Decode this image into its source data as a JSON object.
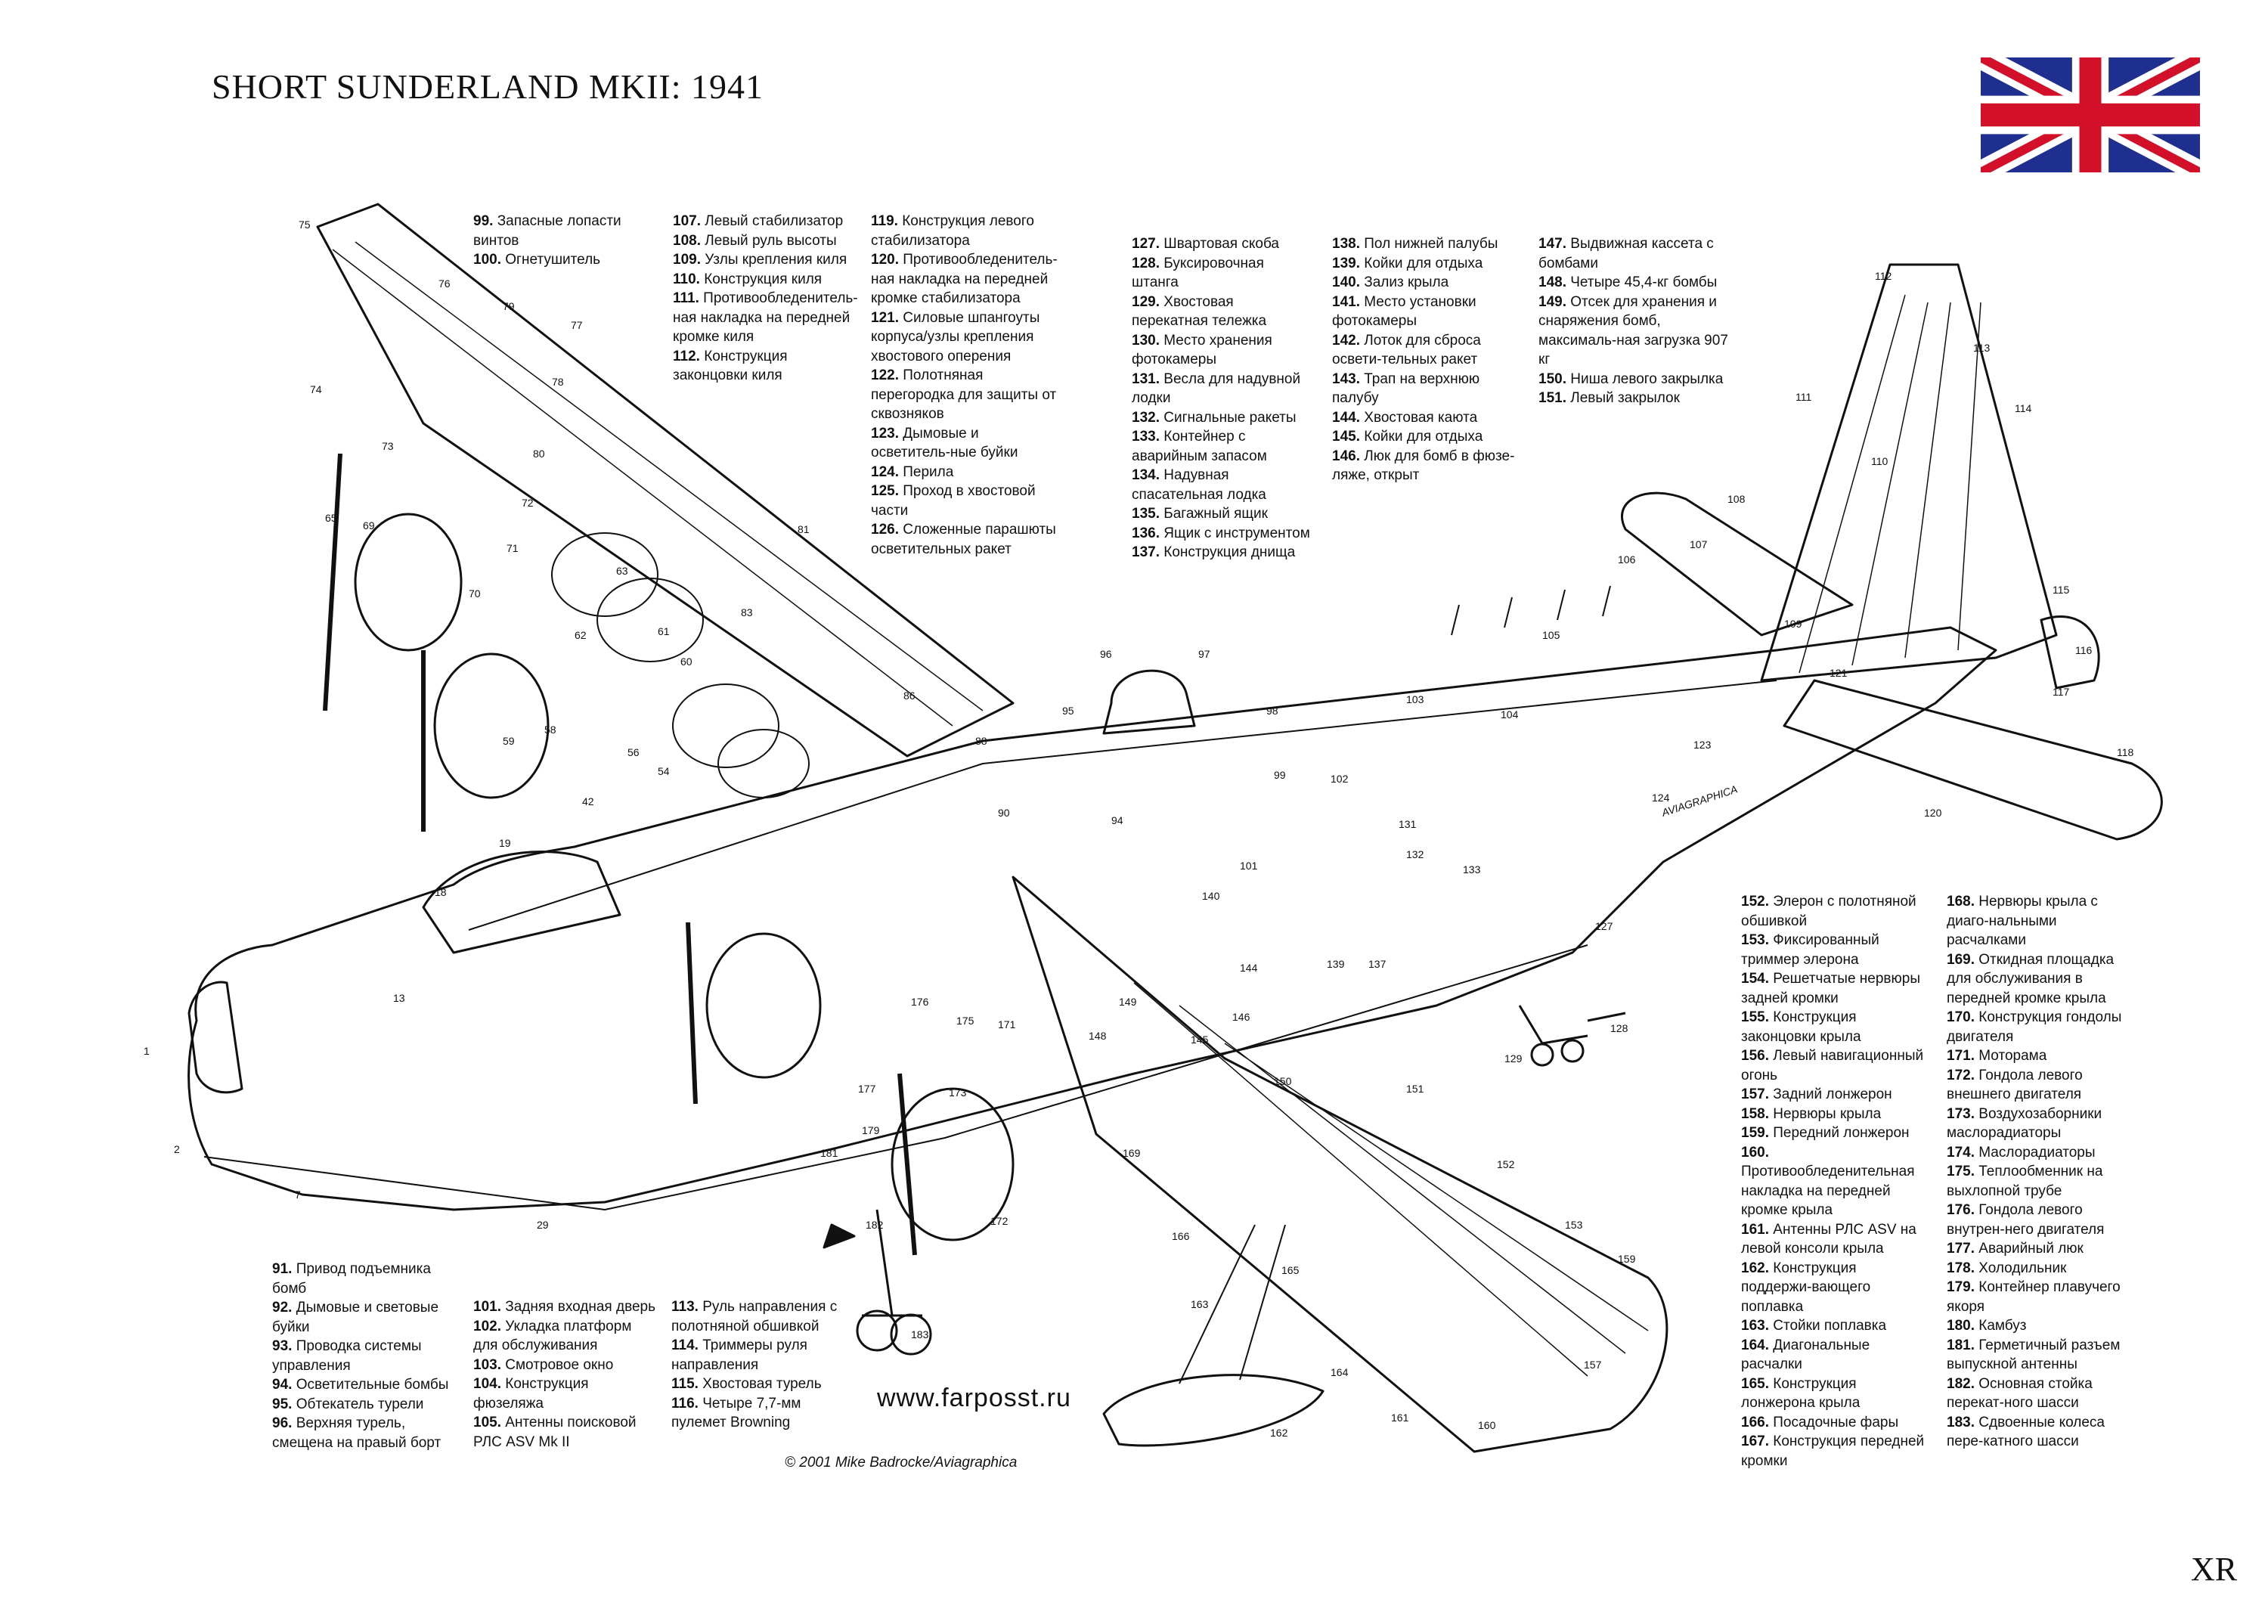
{
  "title": "SHORT SUNDERLAND MKII: 1941",
  "flag_icon": "union-jack-flag",
  "corner_mark": "XR",
  "website": "www.farposst.ru",
  "copyright": "© 2001 Mike Badrocke/Aviagraphica",
  "drawing_credit": "AVIAGRAPHICA",
  "colors": {
    "ink": "#111111",
    "flag_blue": "#1f2f8f",
    "flag_red": "#d2102a",
    "paper": "#ffffff"
  },
  "legend_groups": [
    {
      "id": "g99",
      "items": [
        {
          "n": "99.",
          "t": "Запасные лопасти винтов"
        },
        {
          "n": "100.",
          "t": "Огнетушитель"
        }
      ]
    },
    {
      "id": "g107",
      "items": [
        {
          "n": "107.",
          "t": "Левый стабилизатор"
        },
        {
          "n": "108.",
          "t": "Левый руль высоты"
        },
        {
          "n": "109.",
          "t": "Узлы крепления киля"
        },
        {
          "n": "110.",
          "t": "Конструкция киля"
        },
        {
          "n": "111.",
          "t": "Противообледенитель-ная накладка на передней кромке киля"
        },
        {
          "n": "112.",
          "t": "Конструкция законцовки киля"
        }
      ]
    },
    {
      "id": "g119",
      "items": [
        {
          "n": "119.",
          "t": "Конструкция левого стабилизатора"
        },
        {
          "n": "120.",
          "t": "Противообледенитель-ная накладка на передней кромке стабилизатора"
        },
        {
          "n": "121.",
          "t": "Силовые шпангоуты корпуса/узлы крепления хвостового оперения"
        },
        {
          "n": "122.",
          "t": "Полотняная перегородка для защиты от сквозняков"
        },
        {
          "n": "123.",
          "t": "Дымовые и осветитель-ные буйки"
        },
        {
          "n": "124.",
          "t": "Перила"
        },
        {
          "n": "125.",
          "t": "Проход в хвостовой части"
        },
        {
          "n": "126.",
          "t": "Сложенные парашюты осветительных ракет"
        }
      ]
    },
    {
      "id": "g127",
      "items": [
        {
          "n": "127.",
          "t": "Швартовая скоба"
        },
        {
          "n": "128.",
          "t": "Буксировочная штанга"
        },
        {
          "n": "129.",
          "t": "Хвостовая перекатная тележка"
        },
        {
          "n": "130.",
          "t": "Место хранения фотокамеры"
        },
        {
          "n": "131.",
          "t": "Весла для надувной лодки"
        },
        {
          "n": "132.",
          "t": "Сигнальные ракеты"
        },
        {
          "n": "133.",
          "t": "Контейнер с аварийным запасом"
        },
        {
          "n": "134.",
          "t": "Надувная спасательная лодка"
        },
        {
          "n": "135.",
          "t": "Багажный ящик"
        },
        {
          "n": "136.",
          "t": "Ящик с инструментом"
        },
        {
          "n": "137.",
          "t": "Конструкция днища"
        }
      ]
    },
    {
      "id": "g138",
      "items": [
        {
          "n": "138.",
          "t": "Пол нижней палубы"
        },
        {
          "n": "139.",
          "t": "Койки для отдыха"
        },
        {
          "n": "140.",
          "t": "Зализ крыла"
        },
        {
          "n": "141.",
          "t": "Место установки фотокамеры"
        },
        {
          "n": "142.",
          "t": "Лоток для сброса освети-тельных ракет"
        },
        {
          "n": "143.",
          "t": "Трап на верхнюю палубу"
        },
        {
          "n": "144.",
          "t": "Хвостовая каюта"
        },
        {
          "n": "145.",
          "t": "Койки для отдыха"
        },
        {
          "n": "146.",
          "t": "Люк для бомб в фюзе-ляже, открыт"
        }
      ]
    },
    {
      "id": "g147",
      "items": [
        {
          "n": "147.",
          "t": "Выдвижная кассета с бомбами"
        },
        {
          "n": "148.",
          "t": "Четыре 45,4-кг бомбы"
        },
        {
          "n": "149.",
          "t": "Отсек для хранения и снаряжения бомб, максималь-ная загрузка 907 кг"
        },
        {
          "n": "150.",
          "t": "Ниша левого закрылка"
        },
        {
          "n": "151.",
          "t": "Левый закрылок"
        }
      ]
    },
    {
      "id": "g152",
      "items": [
        {
          "n": "152.",
          "t": "Элерон с полотняной обшивкой"
        },
        {
          "n": "153.",
          "t": "Фиксированный триммер элерона"
        },
        {
          "n": "154.",
          "t": "Решетчатые нервюры задней кромки"
        },
        {
          "n": "155.",
          "t": "Конструкция законцовки крыла"
        },
        {
          "n": "156.",
          "t": "Левый навигационный огонь"
        },
        {
          "n": "157.",
          "t": "Задний лонжерон"
        },
        {
          "n": "158.",
          "t": "Нервюры крыла"
        },
        {
          "n": "159.",
          "t": "Передний лонжерон"
        },
        {
          "n": "160.",
          "t": "Противообледенительная накладка на передней кромке крыла"
        },
        {
          "n": "161.",
          "t": "Антенны РЛС ASV на левой консоли крыла"
        },
        {
          "n": "162.",
          "t": "Конструкция поддержи-вающего поплавка"
        },
        {
          "n": "163.",
          "t": "Стойки поплавка"
        },
        {
          "n": "164.",
          "t": "Диагональные расчалки"
        },
        {
          "n": "165.",
          "t": "Конструкция лонжерона крыла"
        },
        {
          "n": "166.",
          "t": "Посадочные фары"
        },
        {
          "n": "167.",
          "t": "Конструкция передней кромки"
        }
      ]
    },
    {
      "id": "g168",
      "items": [
        {
          "n": "168.",
          "t": "Нервюры крыла с диаго-нальными расчалками"
        },
        {
          "n": "169.",
          "t": "Откидная площадка для обслуживания в передней кромке крыла"
        },
        {
          "n": "170.",
          "t": "Конструкция гондолы двигателя"
        },
        {
          "n": "171.",
          "t": "Моторама"
        },
        {
          "n": "172.",
          "t": "Гондола левого внешнего двигателя"
        },
        {
          "n": "173.",
          "t": "Воздухозаборники маслорадиаторы"
        },
        {
          "n": "174.",
          "t": "Маслорадиаторы"
        },
        {
          "n": "175.",
          "t": "Теплообменник на выхлопной трубе"
        },
        {
          "n": "176.",
          "t": "Гондола левого внутрен-него двигателя"
        },
        {
          "n": "177.",
          "t": "Аварийный люк"
        },
        {
          "n": "178.",
          "t": "Холодильник"
        },
        {
          "n": "179.",
          "t": "Контейнер плавучего якоря"
        },
        {
          "n": "180.",
          "t": "Камбуз"
        },
        {
          "n": "181.",
          "t": "Герметичный разъем выпускной антенны"
        },
        {
          "n": "182.",
          "t": "Основная стойка перекат-ного шасси"
        },
        {
          "n": "183.",
          "t": "Сдвоенные колеса пере-катного шасси"
        }
      ]
    },
    {
      "id": "g91",
      "items": [
        {
          "n": "91.",
          "t": "Привод подъемника бомб"
        },
        {
          "n": "92.",
          "t": "Дымовые и световые буйки"
        },
        {
          "n": "93.",
          "t": "Проводка системы управления"
        },
        {
          "n": "94.",
          "t": "Осветительные бомбы"
        },
        {
          "n": "95.",
          "t": "Обтекатель турели"
        },
        {
          "n": "96.",
          "t": "Верхняя турель, смещена на правый борт"
        }
      ]
    },
    {
      "id": "g101",
      "items": [
        {
          "n": "101.",
          "t": "Задняя входная дверь"
        },
        {
          "n": "102.",
          "t": "Укладка платформ для обслуживания"
        },
        {
          "n": "103.",
          "t": "Смотровое окно"
        },
        {
          "n": "104.",
          "t": "Конструкция фюзеляжа"
        },
        {
          "n": "105.",
          "t": "Антенны поисковой РЛС ASV Mk II"
        }
      ]
    },
    {
      "id": "g113",
      "items": [
        {
          "n": "113.",
          "t": "Руль направления с полотняной обшивкой"
        },
        {
          "n": "114.",
          "t": "Триммеры руля направления"
        },
        {
          "n": "115.",
          "t": "Хвостовая турель"
        },
        {
          "n": "116.",
          "t": "Четыре 7,7-мм пулемет Browning"
        }
      ]
    }
  ],
  "callouts": [
    "1",
    "2",
    "7",
    "13",
    "18",
    "19",
    "29",
    "42",
    "54",
    "56",
    "58",
    "59",
    "60",
    "61",
    "62",
    "63",
    "65",
    "69",
    "70",
    "71",
    "72",
    "73",
    "74",
    "75",
    "76",
    "77",
    "78",
    "79",
    "80",
    "81",
    "83",
    "86",
    "88",
    "90",
    "94",
    "95",
    "96",
    "97",
    "98",
    "99",
    "101",
    "102",
    "103",
    "104",
    "105",
    "106",
    "107",
    "108",
    "109",
    "110",
    "111",
    "112",
    "113",
    "114",
    "115",
    "116",
    "117",
    "118",
    "120",
    "121",
    "123",
    "124",
    "127",
    "128",
    "129",
    "131",
    "132",
    "133",
    "137",
    "139",
    "140",
    "144",
    "145",
    "146",
    "148",
    "149",
    "150",
    "151",
    "152",
    "153",
    "157",
    "159",
    "160",
    "161",
    "162",
    "163",
    "164",
    "165",
    "166",
    "169",
    "171",
    "172",
    "173",
    "175",
    "176",
    "177",
    "179",
    "181",
    "182",
    "183"
  ]
}
